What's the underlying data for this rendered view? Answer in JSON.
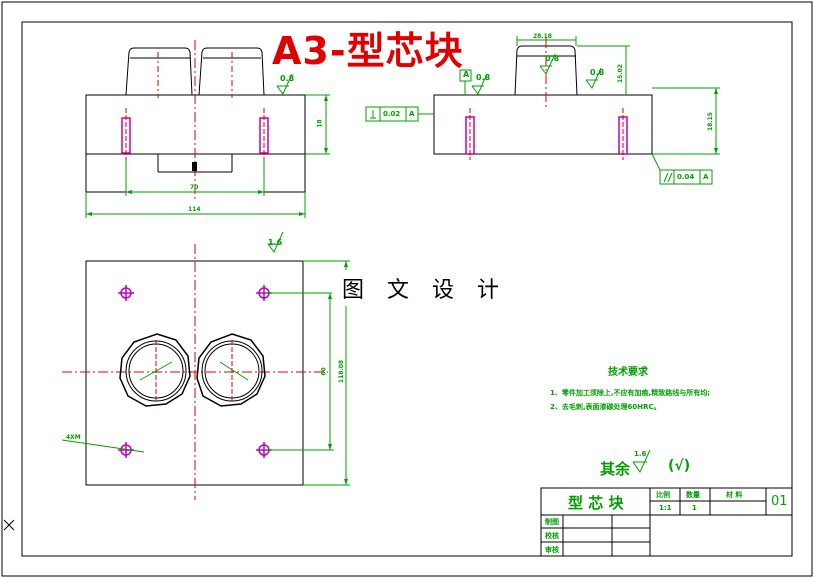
{
  "title": "A3-型芯块",
  "watermark": "图 文 设 计",
  "tech_requirements": {
    "heading": "技术要求",
    "items": [
      "1、零件加工须除上,不应有加痕,精致路线与所有均;",
      "2、去毛刺,表面渗碳处理60HRC。"
    ]
  },
  "surface_rest": {
    "label": "其余",
    "value": "1.6",
    "mark": "(√)"
  },
  "roughness": [
    "0.8",
    "0.8",
    "0.8",
    "0.8",
    "1.6",
    "1.6"
  ],
  "tolerance": {
    "perp": "0.02",
    "perp_ref": "A",
    "parallel": "0.04",
    "parallel_ref": "A",
    "datum": "A"
  },
  "dims": {
    "d70": "70",
    "d114": "114",
    "d18": "18",
    "d118": "118.08",
    "d60": "60",
    "d2810": "28.18",
    "d1502": "15.02",
    "d1815": "18.15",
    "d4": "4XM"
  },
  "title_block": {
    "part_name": "型 芯 块",
    "col_scale": "比例",
    "col_qty": "数量",
    "col_material": "材 料",
    "scale": "1:1",
    "qty": "1",
    "drawing_no": "01",
    "row_design": "制图",
    "row_check": "校核",
    "row_approve": "审核"
  },
  "colors": {
    "border": "#000000",
    "part": "#000000",
    "dimension": "#00a000",
    "center": "#e00000",
    "hole": "#c000c0",
    "title": "#e00000"
  }
}
